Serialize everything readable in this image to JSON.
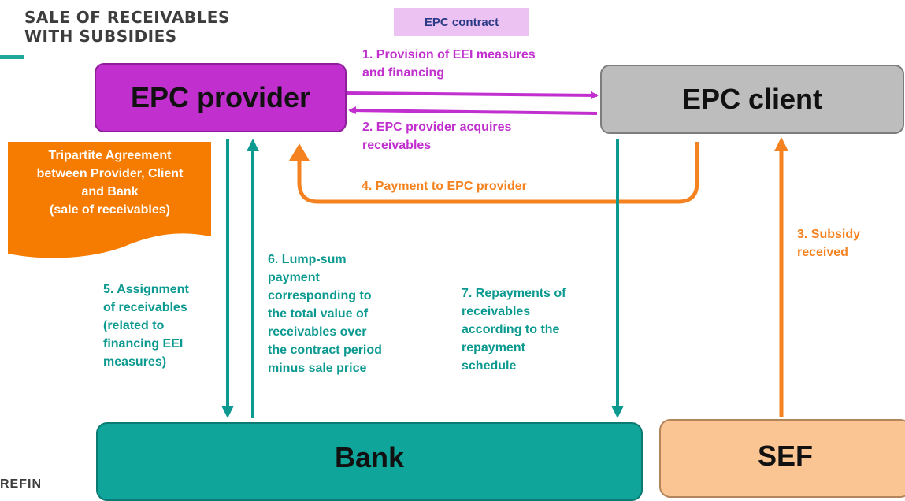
{
  "title": "SALE OF RECEIVABLES\nWITH SUBSIDIES",
  "contract_label": "EPC contract",
  "nodes": {
    "provider": "EPC provider",
    "client": "EPC client",
    "bank": "Bank",
    "sef": "SEF"
  },
  "agreement": "Tripartite Agreement\nbetween Provider, Client\nand Bank\n(sale of receivables)",
  "steps": {
    "s1": "1. Provision of EEI measures\nand financing",
    "s2": "2. EPC provider acquires\nreceivables",
    "s3": "3. Subsidy\nreceived",
    "s4": "4. Payment to EPC provider",
    "s5": "5. Assignment\nof receivables\n(related to\nfinancing EEI\nmeasures)",
    "s6": "6. Lump-sum\npayment\ncorresponding to\nthe total value of\nreceivables over\nthe contract period\nminus sale price",
    "s7": "7. Repayments of\nreceivables\naccording to the\nrepayment\nschedule"
  },
  "logo_text": "REFIN",
  "colors": {
    "provider": "#c130cf",
    "client": "#bdbdbd",
    "bank": "#0fa59a",
    "sef": "#fbc493",
    "orange": "#f58220",
    "teal": "#0c9a90",
    "purple": "#c130cf"
  }
}
